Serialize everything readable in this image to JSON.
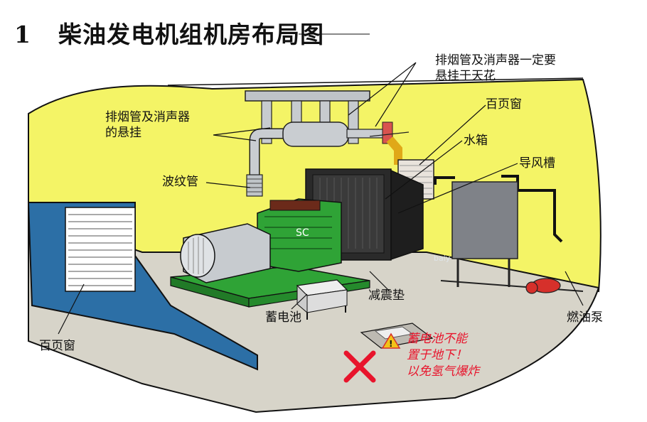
{
  "title": {
    "number": "1",
    "text": "柴油发电机组机房布局图"
  },
  "labels": {
    "exhaust_ceiling": [
      "排烟管及消声器一定要",
      "悬挂于天花"
    ],
    "exhaust_hang": [
      "排烟管及消声器",
      "的悬挂"
    ],
    "louver_right": "百页窗",
    "radiator": "水箱",
    "air_duct": "导风槽",
    "bellows": "波纹管",
    "vibration_pad": "减震垫",
    "battery": "蓄电池",
    "fuel_pump": "燃油泵",
    "louver_left": "百页窗",
    "watermark": "baiy"
  },
  "warning": {
    "lines": [
      "蓄电池不能",
      "置于地下！",
      "以免氢气爆炸"
    ]
  },
  "colors": {
    "wall": "#f4f466",
    "floor": "#d7d4c9",
    "louver_frame": "#2c6fa6",
    "generator_green": "#2fa336",
    "radiator": "#2a2a2a",
    "fuel_tank": "#7f8288",
    "warning_red": "#e8142c"
  }
}
